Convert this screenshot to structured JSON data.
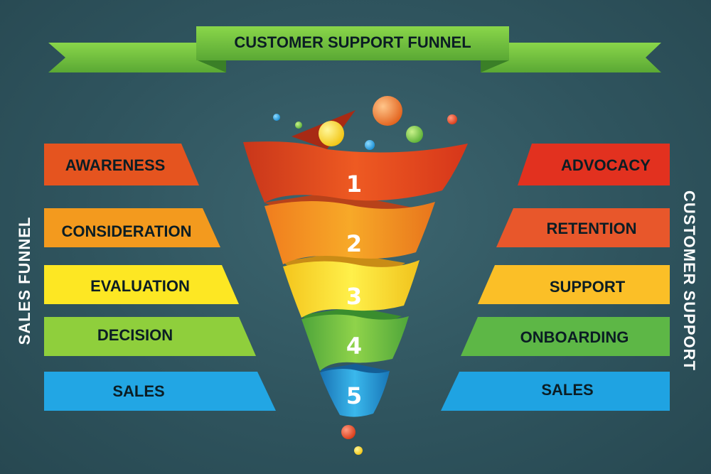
{
  "header": {
    "title": "CUSTOMER SUPPORT FUNNEL"
  },
  "side_labels": {
    "left": "SALES FUNNEL",
    "right": "CUSTOMER SUPPORT"
  },
  "sales_funnel": [
    {
      "label": "AWARENESS",
      "color": "#e5541f"
    },
    {
      "label": "CONSIDERATION",
      "color": "#f39a1e"
    },
    {
      "label": "EVALUATION",
      "color": "#fde723"
    },
    {
      "label": "DECISION",
      "color": "#8fcf3c"
    },
    {
      "label": "SALES",
      "color": "#22a6e4"
    }
  ],
  "customer_support": [
    {
      "label": "ADVOCACY",
      "color": "#e2311f"
    },
    {
      "label": "RETENTION",
      "color": "#e8572b"
    },
    {
      "label": "SUPPORT",
      "color": "#fbbf27"
    },
    {
      "label": "ONBOARDING",
      "color": "#5db746"
    },
    {
      "label": "SALES",
      "color": "#1fa3e2"
    }
  ],
  "funnel_levels": [
    "1",
    "2",
    "3",
    "4",
    "5"
  ],
  "colors": {
    "background": "#2f545e",
    "ribbon": "#6cc33d",
    "ribbon_dark": "#3f8f2a"
  }
}
